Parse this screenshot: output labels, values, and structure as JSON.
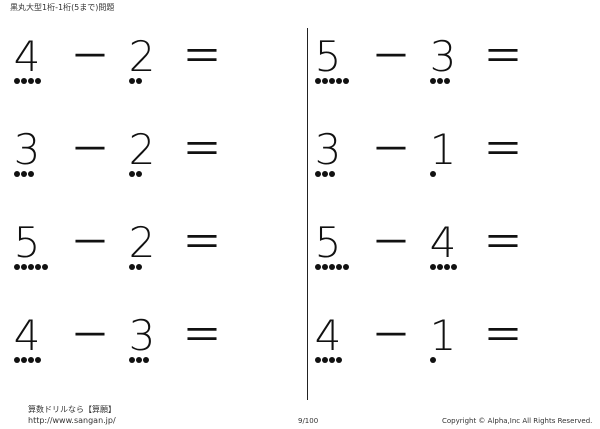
{
  "header": {
    "title": "黒丸大型1桁-1桁(5まで)問題"
  },
  "left_problems": [
    {
      "a": "4",
      "b": "2",
      "minus": "－",
      "eq": "＝",
      "a_dots": 4,
      "b_dots": 2
    },
    {
      "a": "3",
      "b": "2",
      "minus": "－",
      "eq": "＝",
      "a_dots": 3,
      "b_dots": 2
    },
    {
      "a": "5",
      "b": "2",
      "minus": "－",
      "eq": "＝",
      "a_dots": 5,
      "b_dots": 2
    },
    {
      "a": "4",
      "b": "3",
      "minus": "－",
      "eq": "＝",
      "a_dots": 4,
      "b_dots": 3
    }
  ],
  "right_problems": [
    {
      "a": "5",
      "b": "3",
      "minus": "－",
      "eq": "＝",
      "a_dots": 5,
      "b_dots": 3
    },
    {
      "a": "3",
      "b": "1",
      "minus": "－",
      "eq": "＝",
      "a_dots": 3,
      "b_dots": 1
    },
    {
      "a": "5",
      "b": "4",
      "minus": "－",
      "eq": "＝",
      "a_dots": 5,
      "b_dots": 4
    },
    {
      "a": "4",
      "b": "1",
      "minus": "－",
      "eq": "＝",
      "a_dots": 4,
      "b_dots": 1
    }
  ],
  "footer": {
    "brand": "算数ドリルなら【算願】",
    "url": "http://www.sangan.jp/",
    "page": "9/100",
    "copyright": "Copyright © Alpha,Inc All Rights Reserved."
  }
}
